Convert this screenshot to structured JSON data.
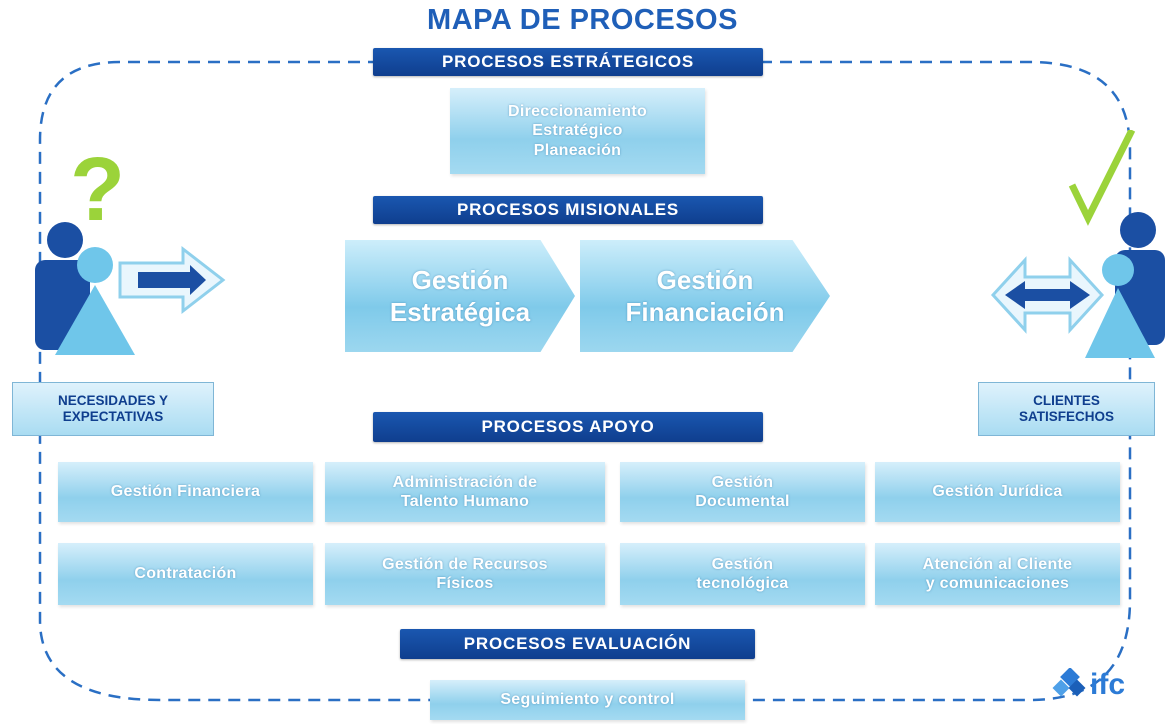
{
  "title": "MAPA DE PROCESOS",
  "headers": {
    "estrategicos": "PROCESOS ESTRÁTEGICOS",
    "misionales": "PROCESOS MISIONALES",
    "apoyo": "PROCESOS APOYO",
    "evaluacion": "PROCESOS EVALUACIÓN"
  },
  "estrategicos_box": "Direccionamiento\nEstratégico\nPlaneación",
  "misionales": [
    "Gestión\nEstratégica",
    "Gestión\nFinanciación"
  ],
  "apoyo_row1": [
    "Gestión Financiera",
    "Administración de\nTalento Humano",
    "Gestión\nDocumental",
    "Gestión Jurídica"
  ],
  "apoyo_row2": [
    "Contratación",
    "Gestión de Recursos\nFísicos",
    "Gestión\ntecnológica",
    "Atención al Cliente\ny comunicaciones"
  ],
  "evaluacion_box": "Seguimiento y control",
  "left_label": "NECESIDADES Y\nEXPECTATIVAS",
  "right_label": "CLIENTES\nSATISFECHOS",
  "logo": "ifc",
  "colors": {
    "header": "#1a57b0",
    "box": "#8fd0ec",
    "title": "#1f5fb8",
    "question_mark": "#9bd33a",
    "checkmark": "#9bd33a",
    "person_dark": "#1b4fa3",
    "person_light": "#6fc6ea"
  }
}
